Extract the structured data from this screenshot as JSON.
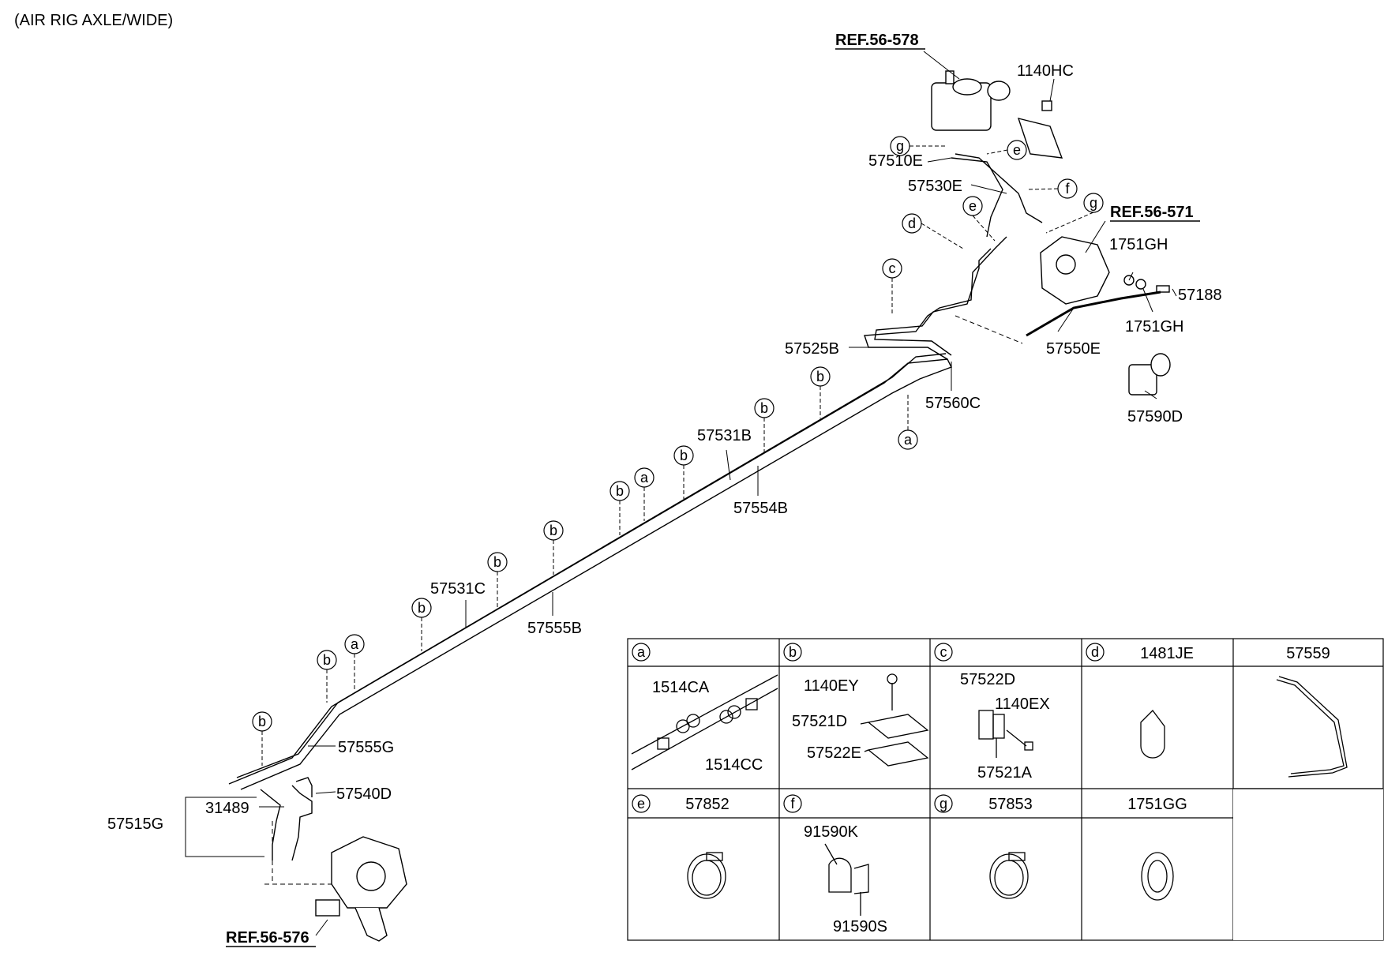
{
  "title": "(AIR RIG AXLE/WIDE)",
  "refs": {
    "top": "REF.56-578",
    "right": "REF.56-571",
    "bottom": "REF.56-576"
  },
  "labels": {
    "p1140HC": "1140HC",
    "p57510E": "57510E",
    "p57530E": "57530E",
    "p1751GH_a": "1751GH",
    "p1751GH_b": "1751GH",
    "p57188": "57188",
    "p57550E": "57550E",
    "p57590D": "57590D",
    "p57525B": "57525B",
    "p57560C": "57560C",
    "p57531B": "57531B",
    "p57554B": "57554B",
    "p57531C": "57531C",
    "p57555B": "57555B",
    "p57555G": "57555G",
    "p57540D": "57540D",
    "p31489": "31489",
    "p57515G": "57515G"
  },
  "callouts": {
    "a": "a",
    "b": "b",
    "c": "c",
    "d": "d",
    "e": "e",
    "f": "f",
    "g": "g"
  },
  "legend": {
    "headers": {
      "a": {
        "letter": "a",
        "part": ""
      },
      "b": {
        "letter": "b",
        "part": ""
      },
      "c": {
        "letter": "c",
        "part": ""
      },
      "d": {
        "letter": "d",
        "part": "1481JE"
      },
      "d2": {
        "letter": "",
        "part": "57559"
      },
      "e": {
        "letter": "e",
        "part": "57852"
      },
      "f": {
        "letter": "f",
        "part": ""
      },
      "g": {
        "letter": "g",
        "part": "57853"
      },
      "g2": {
        "letter": "",
        "part": "1751GG"
      }
    },
    "cell_labels": {
      "p1514CA": "1514CA",
      "p1514CC": "1514CC",
      "p1140EY": "1140EY",
      "p57521D": "57521D",
      "p57522E": "57522E",
      "p57522D": "57522D",
      "p1140EX": "1140EX",
      "p57521A": "57521A",
      "p91590K": "91590K",
      "p91590S": "91590S"
    }
  }
}
